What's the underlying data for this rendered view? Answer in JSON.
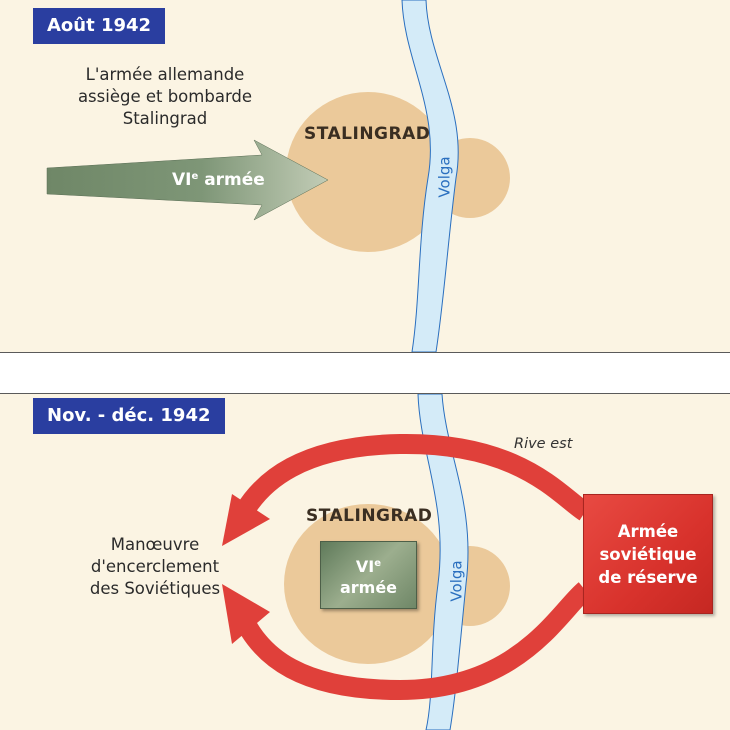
{
  "panels": {
    "top": {
      "header": "Août 1942",
      "description": [
        "L'armée allemande",
        "assiège et bombarde",
        "Stalingrad"
      ],
      "city": "STALINGRAD",
      "river": "Volga",
      "army": {
        "numeral": "VI",
        "sup": "e",
        "word": "armée"
      }
    },
    "bottom": {
      "header": "Nov. - déc. 1942",
      "riverbank": "Rive est",
      "description": [
        "Manœuvre",
        "d'encerclement",
        "des Soviétiques"
      ],
      "city": "STALINGRAD",
      "river": "Volga",
      "army": {
        "numeral": "VI",
        "sup": "e",
        "word": "armée"
      },
      "reserve": [
        "Armée",
        "soviétique",
        "de réserve"
      ]
    }
  },
  "colors": {
    "header_bg": "#2a3ea0",
    "panel_bg": "#fbf4e3",
    "city_fill": "#ebc99a",
    "river_fill": "#d4ebf8",
    "river_outline": "#2a6fbf",
    "german_arrow": "#6f8767",
    "soviet_red": "#e0403a"
  }
}
